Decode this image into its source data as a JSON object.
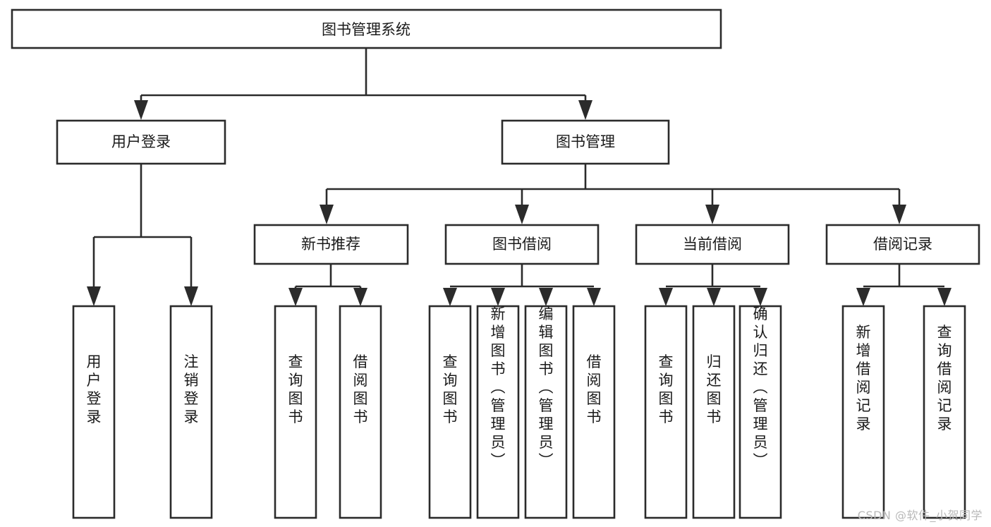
{
  "diagram": {
    "title": "图书管理系统",
    "watermark": "CSDN @软件_小贺同学",
    "root": {
      "id": "root",
      "label": "图书管理系统"
    },
    "level2": [
      {
        "id": "user-login",
        "label": "用户登录"
      },
      {
        "id": "book-management",
        "label": "图书管理"
      }
    ],
    "level3": [
      {
        "id": "new-book-recommend",
        "label": "新书推荐"
      },
      {
        "id": "book-borrow",
        "label": "图书借阅"
      },
      {
        "id": "current-borrow",
        "label": "当前借阅"
      },
      {
        "id": "borrow-record",
        "label": "借阅记录"
      }
    ],
    "leaves": {
      "user-login": [
        {
          "id": "leaf-user-login",
          "label": "用户登录"
        },
        {
          "id": "leaf-logout-login",
          "label": "注销登录"
        }
      ],
      "new-book-recommend": [
        {
          "id": "leaf-query-book-1",
          "label": "查询图书"
        },
        {
          "id": "leaf-borrow-book-1",
          "label": "借阅图书"
        }
      ],
      "book-borrow": [
        {
          "id": "leaf-query-book-2",
          "label": "查询图书"
        },
        {
          "id": "leaf-add-book-admin",
          "label": "新增图书（管理员）"
        },
        {
          "id": "leaf-edit-book-admin",
          "label": "编辑图书（管理员）"
        },
        {
          "id": "leaf-borrow-book-2",
          "label": "借阅图书"
        }
      ],
      "current-borrow": [
        {
          "id": "leaf-query-book-3",
          "label": "查询图书"
        },
        {
          "id": "leaf-return-book",
          "label": "归还图书"
        },
        {
          "id": "leaf-confirm-return-admin",
          "label": "确认归还（管理员）"
        }
      ],
      "borrow-record": [
        {
          "id": "leaf-add-borrow-record",
          "label": "新增借阅记录"
        },
        {
          "id": "leaf-query-borrow-record",
          "label": "查询借阅记录"
        }
      ]
    },
    "colors": {
      "box_stroke": "#2b2b2b",
      "box_fill": "#ffffff",
      "text": "#1a1a1a",
      "watermark": "#b9b9b9",
      "background": "#ffffff"
    }
  }
}
